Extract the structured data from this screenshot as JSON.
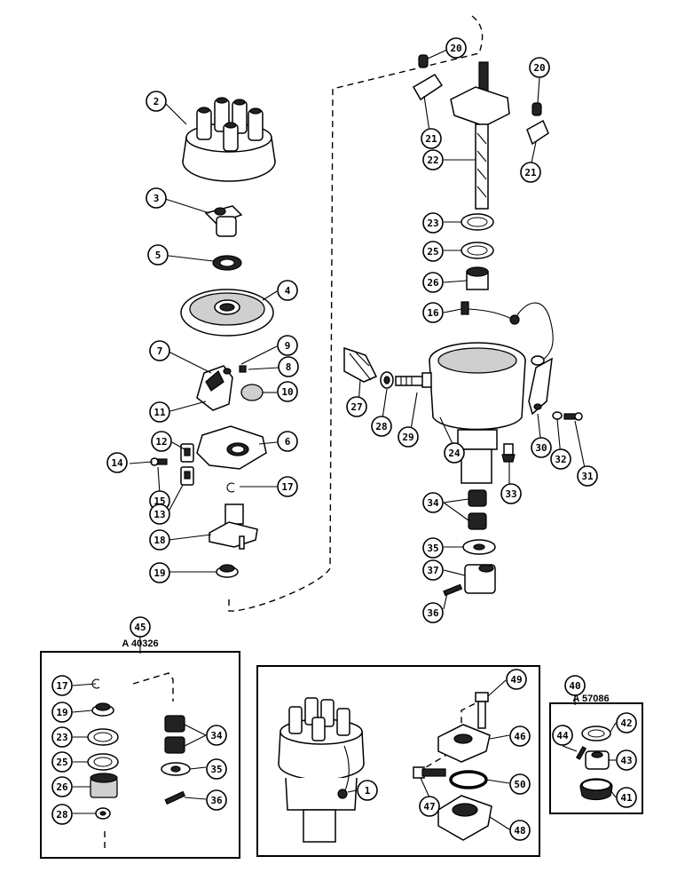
{
  "diagram": {
    "kits": [
      {
        "ref": "45",
        "code": "A 40326"
      },
      {
        "ref": "40",
        "code": "A 57086"
      }
    ],
    "callouts": [
      "2",
      "3",
      "5",
      "4",
      "7",
      "9",
      "8",
      "10",
      "11",
      "12",
      "6",
      "14",
      "15",
      "17",
      "13",
      "18",
      "19",
      "20",
      "21",
      "20",
      "22",
      "21",
      "23",
      "25",
      "26",
      "16",
      "27",
      "28",
      "29",
      "24",
      "30",
      "32",
      "31",
      "33",
      "34",
      "35",
      "37",
      "36",
      "17",
      "19",
      "23",
      "25",
      "26",
      "28",
      "34",
      "35",
      "36",
      "49",
      "46",
      "1",
      "47",
      "50",
      "48",
      "42",
      "44",
      "43",
      "41"
    ]
  }
}
